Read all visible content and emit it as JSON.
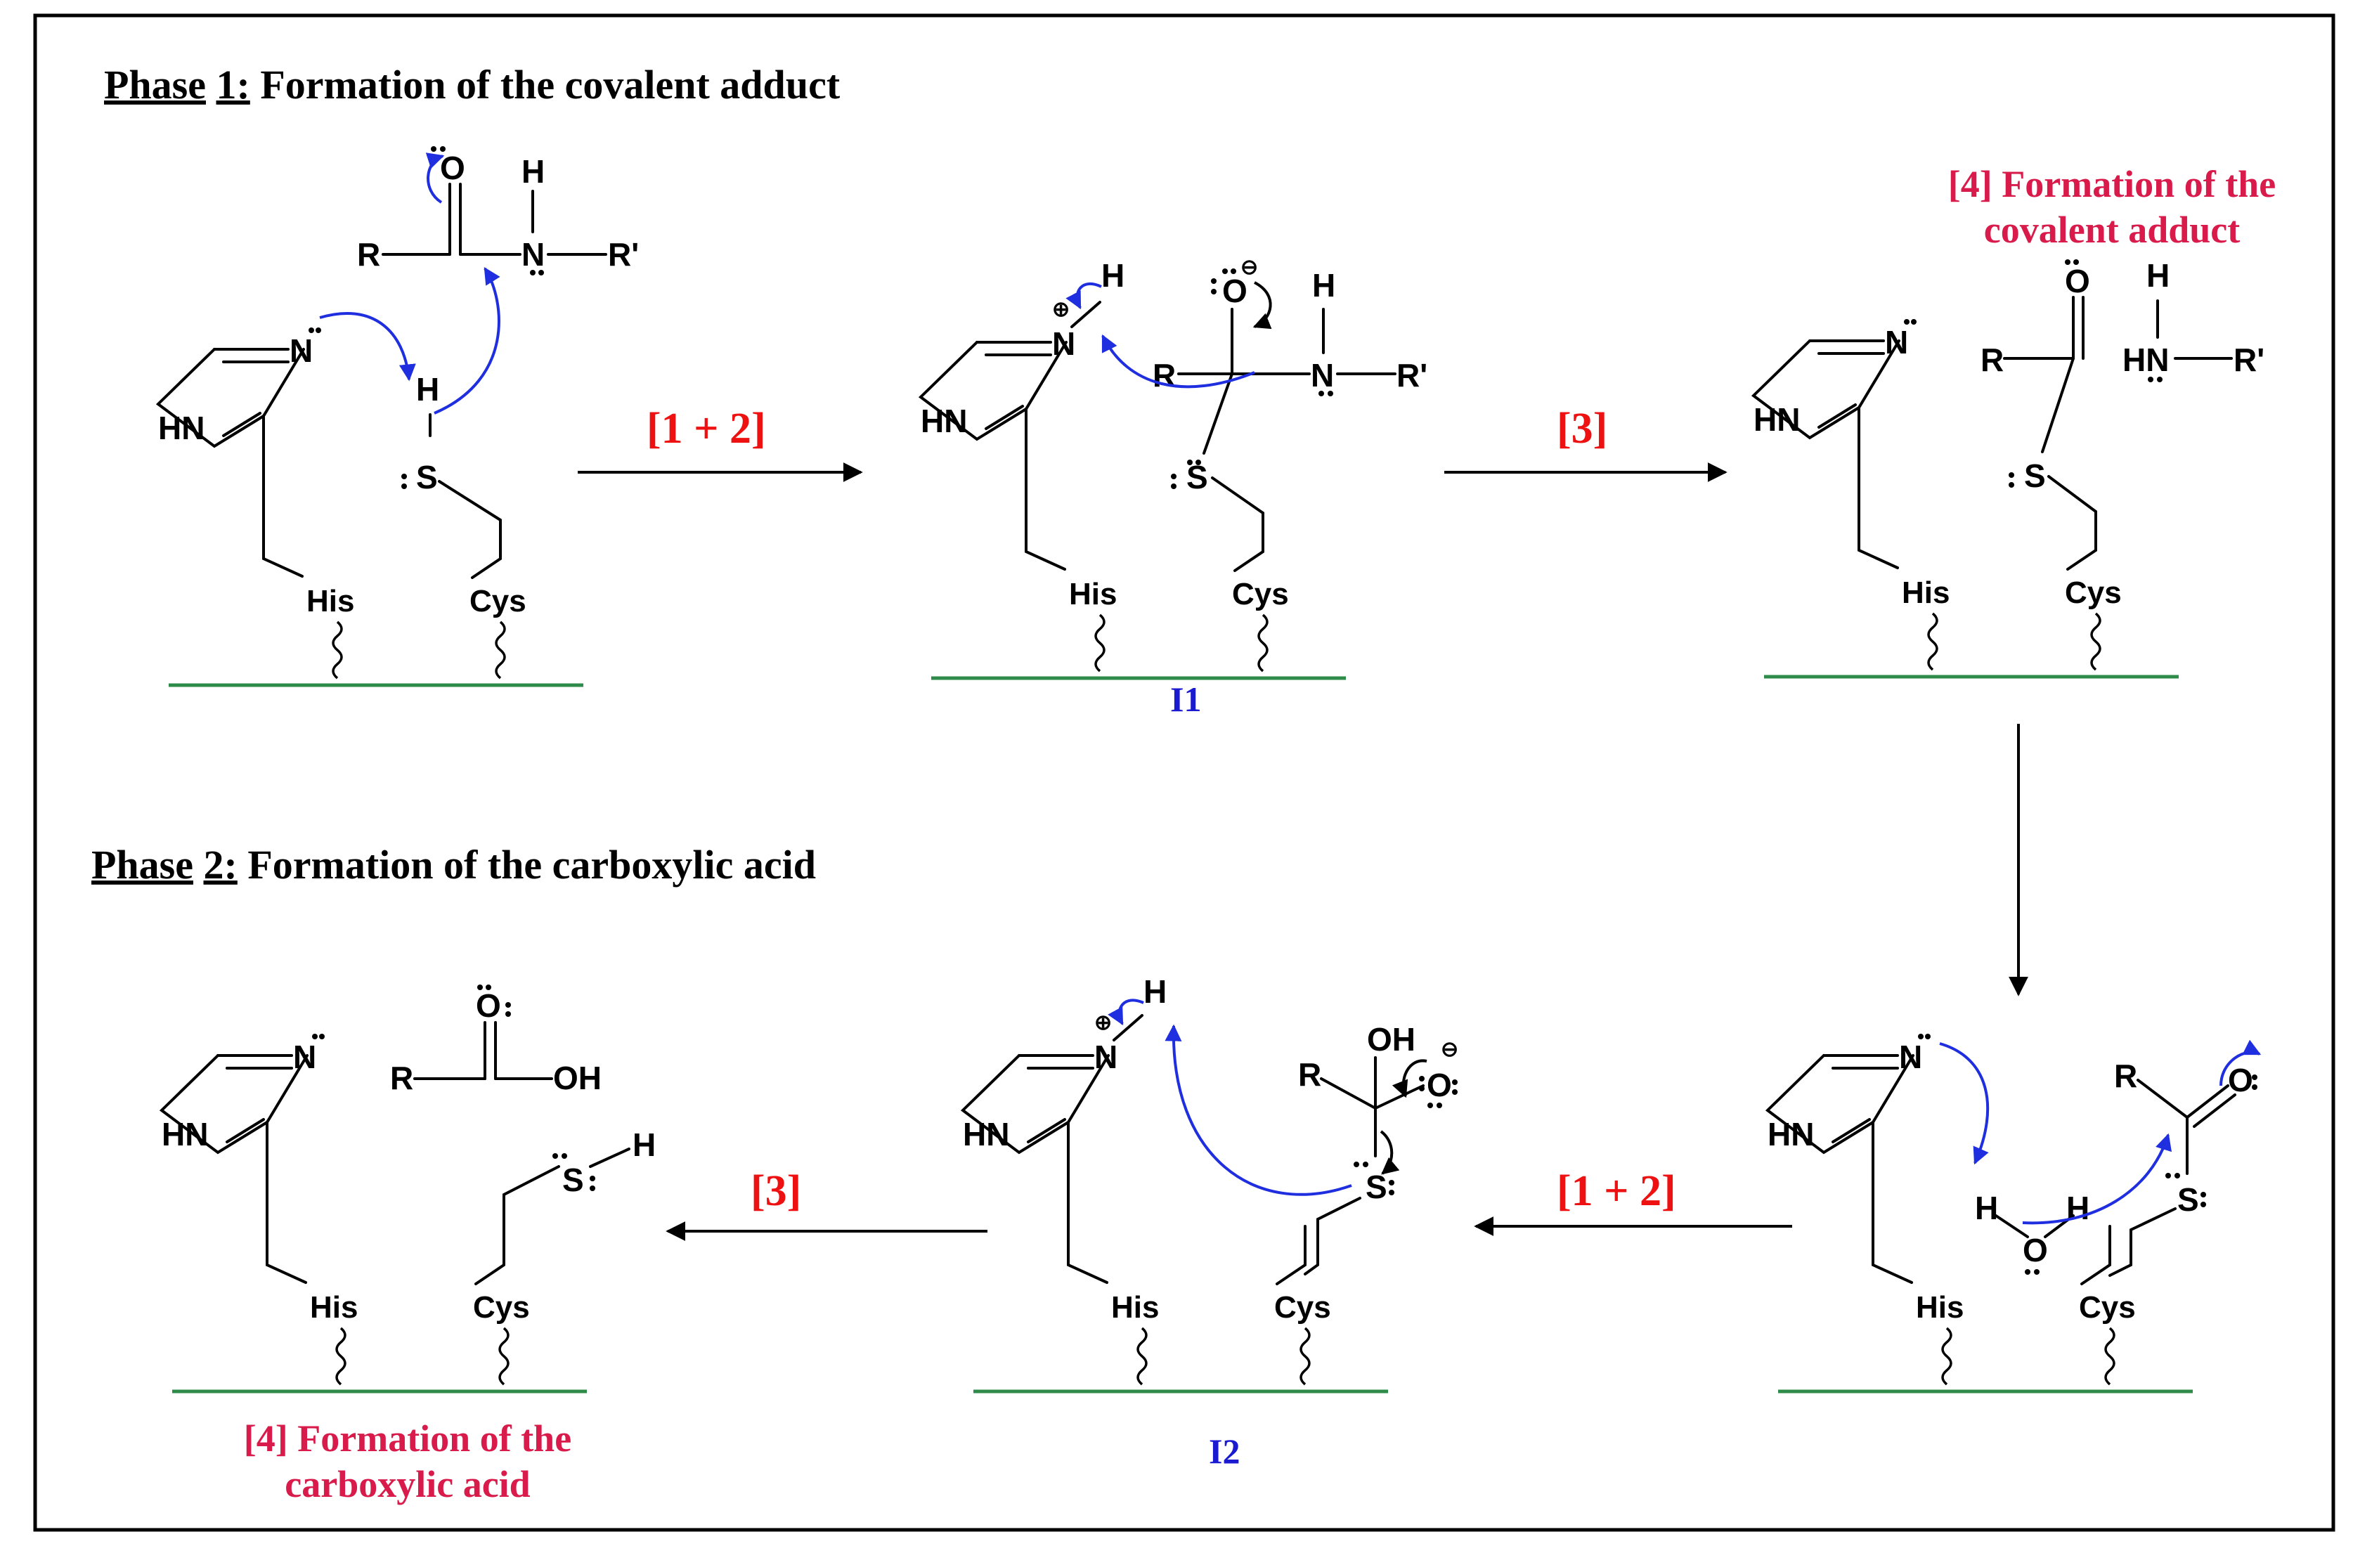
{
  "phase1": {
    "word": "Phase",
    "num": "1:",
    "rest": "Formation of the covalent adduct"
  },
  "phase2": {
    "word": "Phase",
    "num": "2:",
    "rest": "Formation of the carboxylic acid"
  },
  "steps": {
    "s12_top": "[1 + 2]",
    "s3_top": "[3]",
    "s12_bottom": "[1 + 2]",
    "s3_bottom": "[3]"
  },
  "captions": {
    "top_line1": "[4] Formation of the",
    "top_line2": "covalent adduct",
    "bottom_line1": "[4] Formation of the",
    "bottom_line2": "carboxylic acid"
  },
  "intermediates": {
    "i1": "I1",
    "i2": "I2"
  },
  "residues": {
    "his": "His",
    "cys": "Cys"
  },
  "atoms": {
    "N": "N",
    "HN": "HN",
    "H": "H",
    "S": "S",
    "O": "O",
    "R": "R",
    "Rp": "R'",
    "OH": "OH",
    "plus": "⊕",
    "minus": "⊖"
  },
  "colors": {
    "step": "#ee1111",
    "caption": "#d81b4a",
    "intermediate": "#1a1ad0",
    "mechanism_arrow": "#1f2fe0",
    "backbone": "#2e8b4a"
  }
}
